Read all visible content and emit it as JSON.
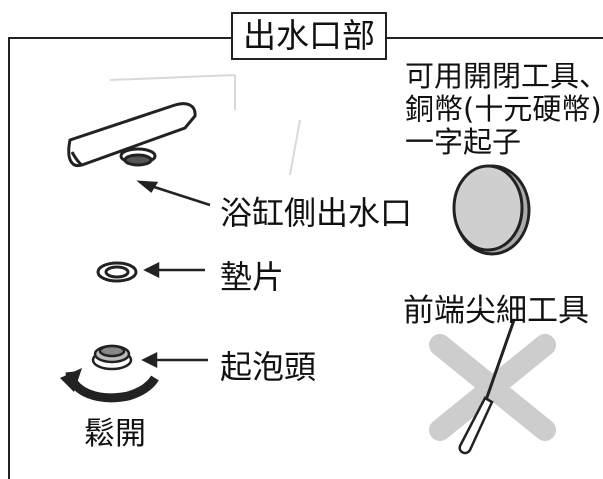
{
  "header": {
    "title": "出水口部"
  },
  "parts": {
    "spout_label": "浴缸側出水口",
    "gasket_label": "墊片",
    "aerator_label": "起泡頭",
    "loosen_label": "鬆開"
  },
  "tools": {
    "usable_line1": "可用開閉工具、",
    "usable_line2": "銅幣(十元硬幣)、",
    "usable_line3": "一字起子",
    "avoid_label": "前端尖細工具"
  }
}
